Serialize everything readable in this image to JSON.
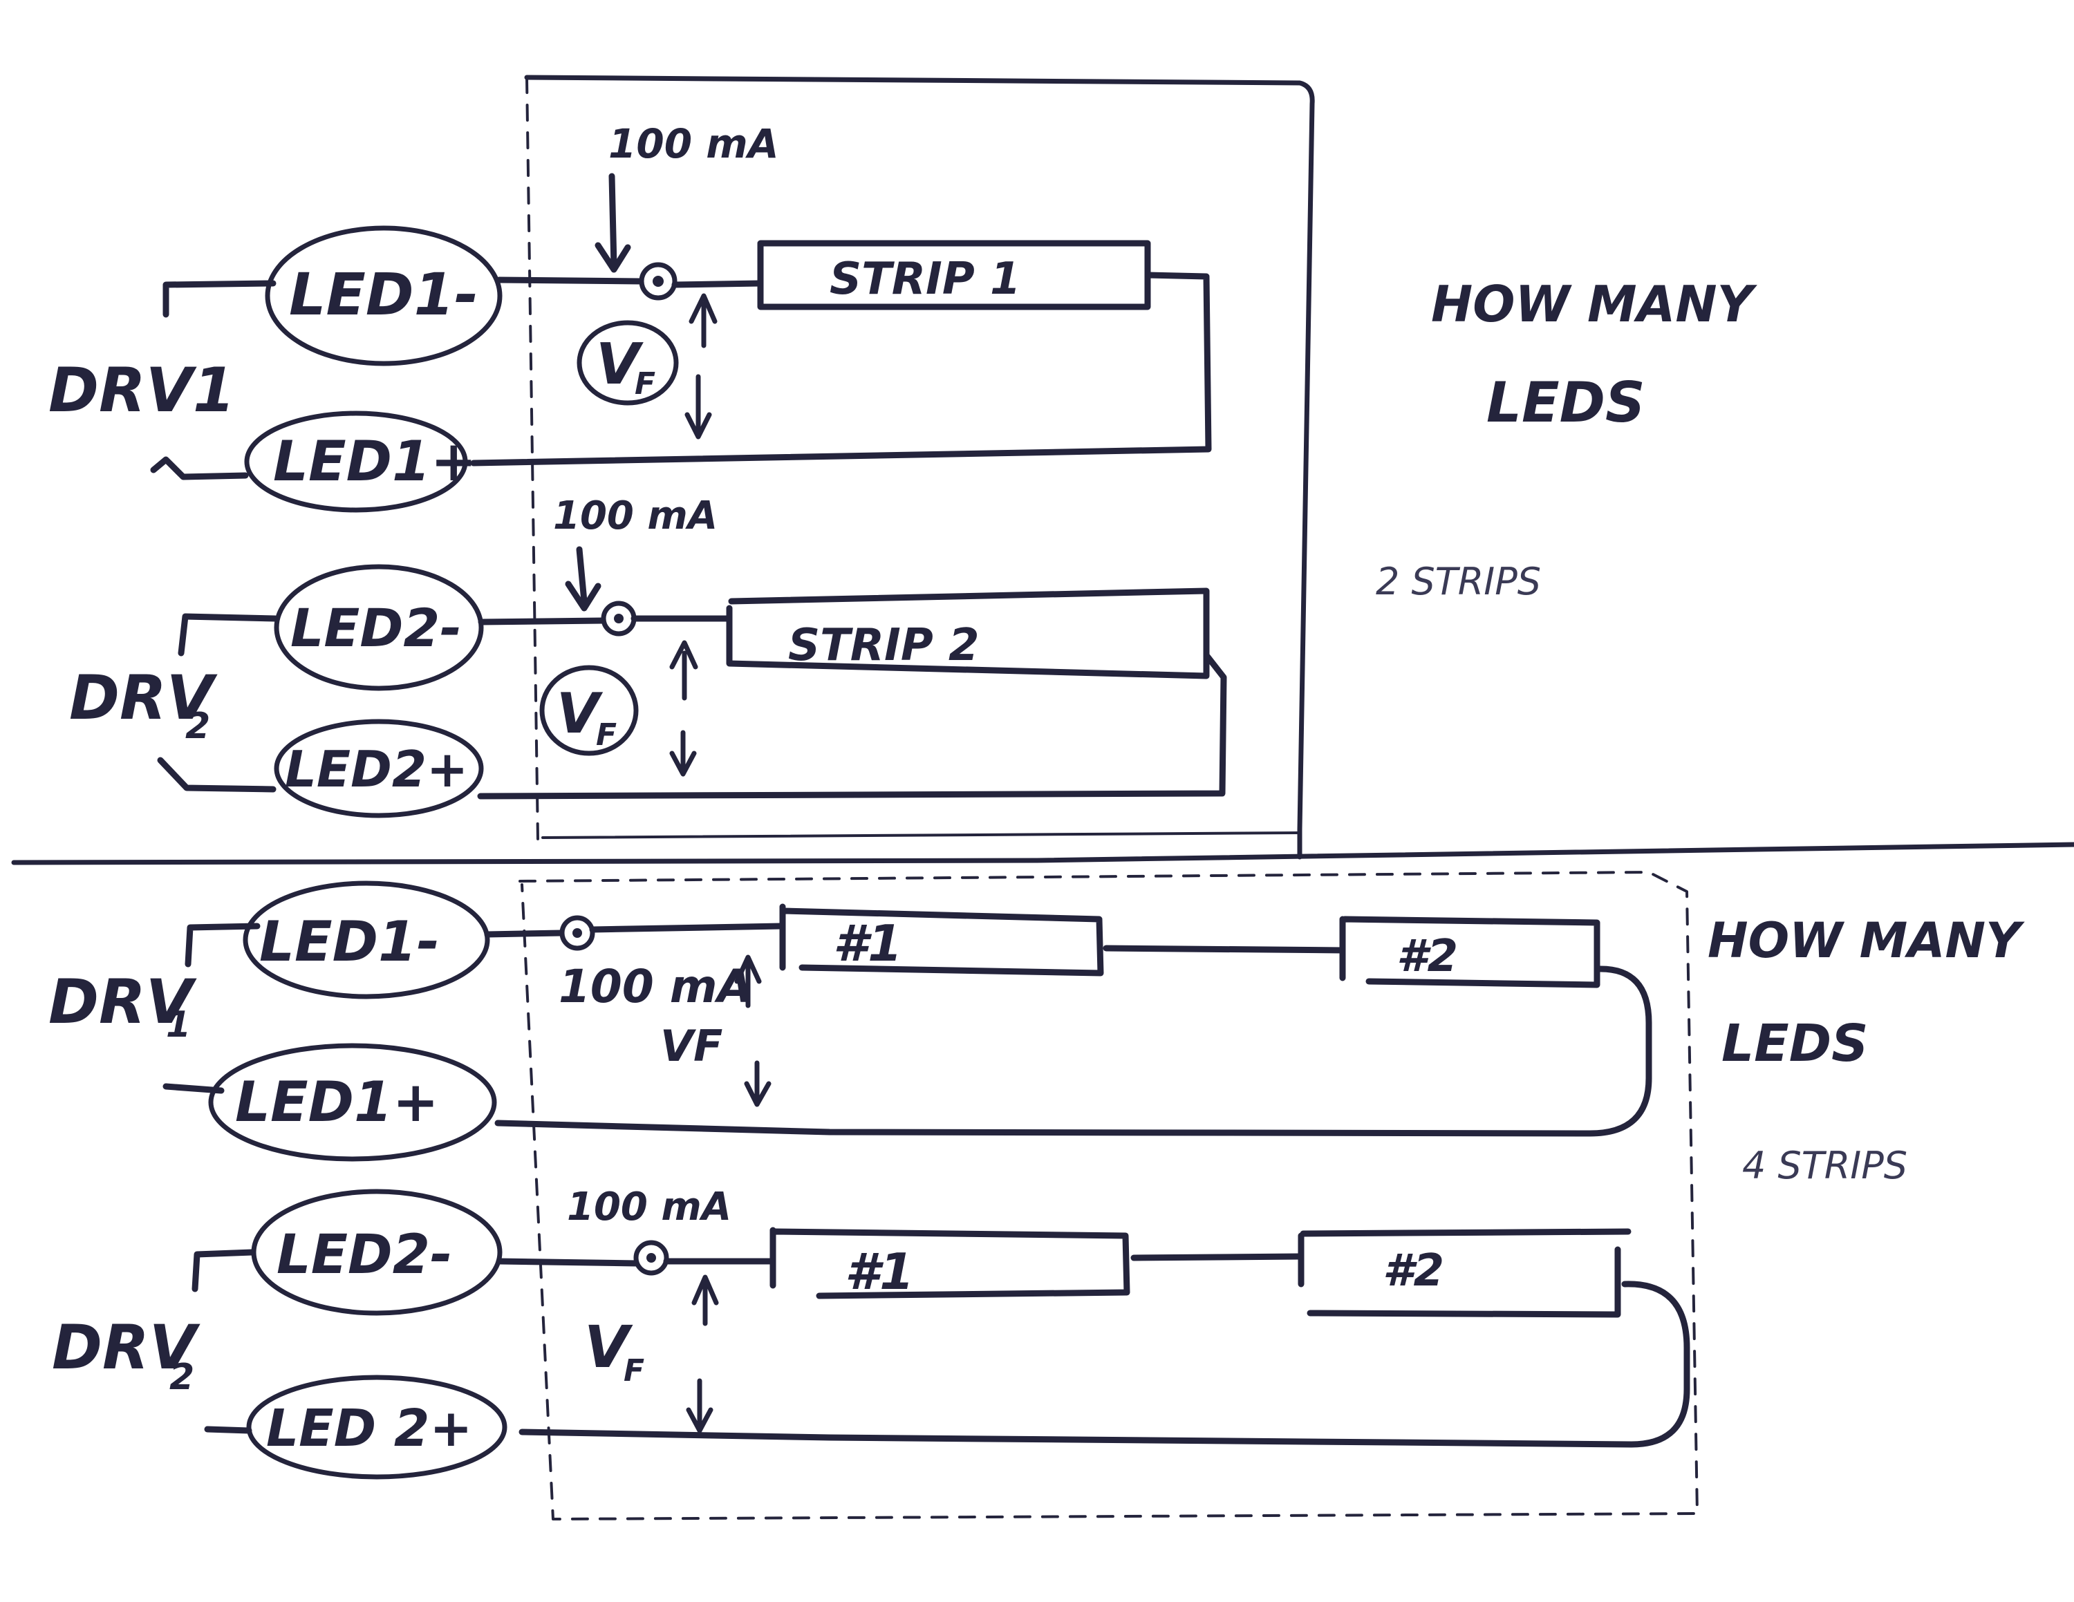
{
  "colors": {
    "ink": "#24243c",
    "paper": "#ffffff"
  },
  "top_section": {
    "driver1": {
      "label": "DRV1",
      "led_minus": "LED1-",
      "led_plus": "LED1+",
      "current": "100 mA",
      "vf_symbol": "V",
      "vf_subscript": "F",
      "strip": "STRIP 1"
    },
    "driver2": {
      "label": "DRV",
      "label_sub": "2",
      "led_minus": "LED2-",
      "led_plus": "LED2+",
      "current": "100 mA",
      "vf_symbol": "V",
      "vf_subscript": "F",
      "strip": "STRIP 2"
    },
    "question_line1": "HOW MANY",
    "question_line2": "LEDS",
    "note": "2 STRIPS"
  },
  "bottom_section": {
    "driver1": {
      "label": "DRV",
      "label_sub": "1",
      "led_minus": "LED1-",
      "led_plus": "LED1+",
      "current": "100 mA",
      "vf": "VF",
      "strips": [
        "#1",
        "#2"
      ]
    },
    "driver2": {
      "label": "DRV",
      "label_sub": "2",
      "led_minus": "LED2-",
      "led_plus": "LED 2+",
      "current": "100 mA",
      "vf_symbol": "V",
      "vf_subscript": "F",
      "strips": [
        "#1",
        "#2"
      ]
    },
    "question_line1": "HOW MANY",
    "question_line2": "LEDS",
    "note": "4 STRIPS"
  }
}
